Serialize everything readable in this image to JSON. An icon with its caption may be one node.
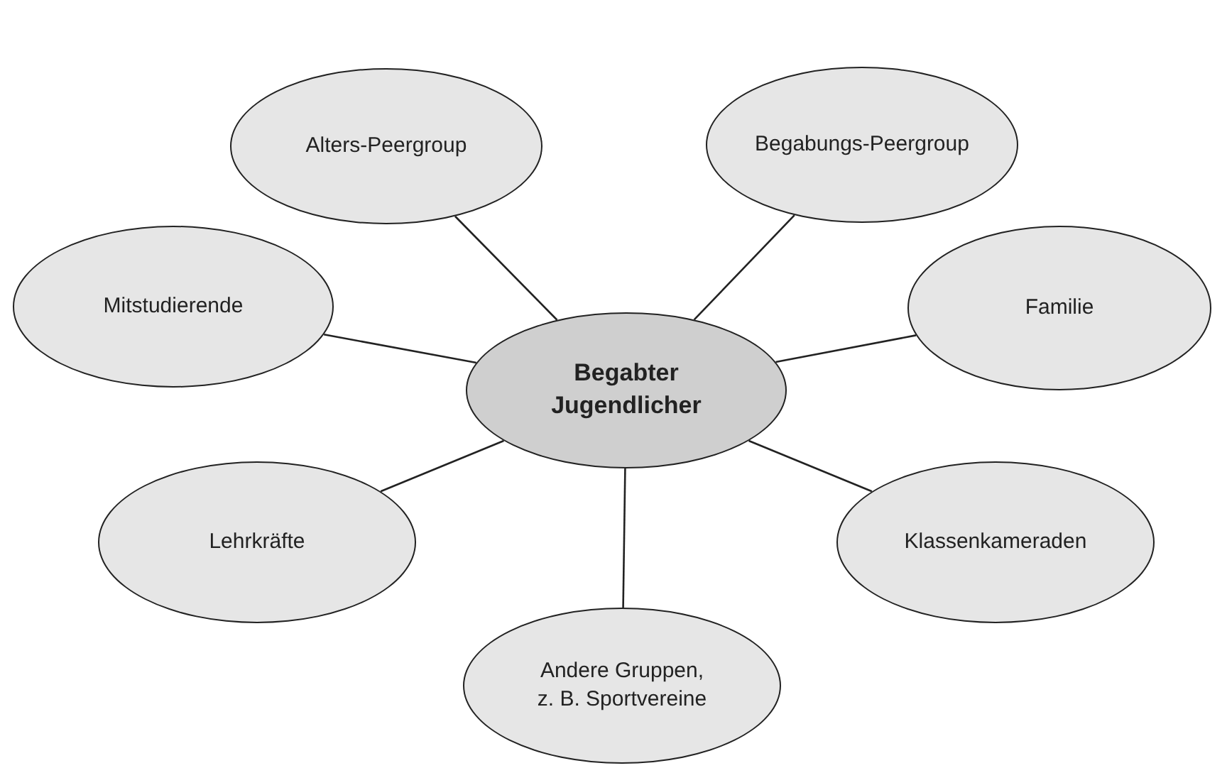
{
  "diagram": {
    "nodes": [
      {
        "text": [
          "Alters-Peergroup"
        ]
      },
      {
        "text": [
          "Begabungs-Peergroup"
        ]
      },
      {
        "text": [
          "Mitstudierende"
        ]
      },
      {
        "text": [
          "Begabter Jugendlicher"
        ]
      },
      {
        "text": [
          "Familie"
        ]
      },
      {
        "text": [
          "Lehrkräfte"
        ]
      },
      {
        "text": [
          "Klassenkameraden"
        ]
      },
      {
        "text": [
          "Andere Gruppen, z. B. Sportvereine"
        ]
      }
    ],
    "edges": [
      {
        "from": 3,
        "to": 0,
        "arrow": "none"
      },
      {
        "from": 3,
        "to": 1,
        "arrow": "none"
      },
      {
        "from": 3,
        "to": 2,
        "arrow": "none"
      },
      {
        "from": 3,
        "to": 4,
        "arrow": "none"
      },
      {
        "from": 3,
        "to": 5,
        "arrow": "none"
      },
      {
        "from": 3,
        "to": 6,
        "arrow": "none"
      },
      {
        "from": 3,
        "to": 7,
        "arrow": "none"
      }
    ]
  }
}
